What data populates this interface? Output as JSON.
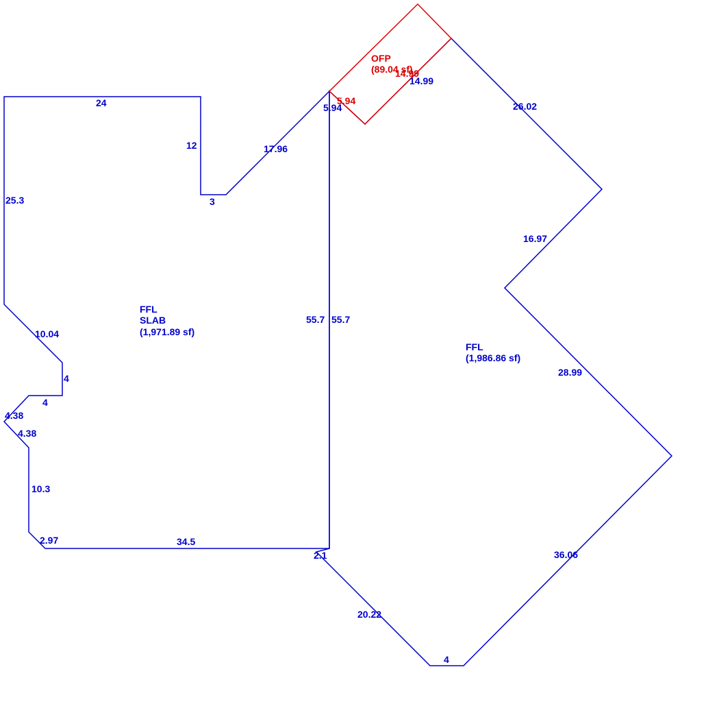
{
  "colors": {
    "living": "#0000cc",
    "porch": "#dd0000",
    "background": "#ffffff"
  },
  "areas": {
    "slab": {
      "line1": "FFL",
      "line2": "SLAB",
      "line3": "(1,971.89 sf)"
    },
    "ffl": {
      "line1": "FFL",
      "line2": "(1,986.86 sf)"
    },
    "ofp": {
      "line1": "OFP",
      "line2": "(89.04 sf)"
    }
  },
  "dimensions": {
    "slab_top": "24",
    "slab_notch_vertical": "12",
    "slab_notch_bottom": "3",
    "slab_diagonal_upper": "17.96",
    "slab_top_short": "5.94",
    "slab_right": "55.7",
    "slab_left": "25.3",
    "slab_diag_left": "10.04",
    "slab_step_vertical": "4",
    "slab_step_horizontal": "4",
    "slab_point_upper": "4.38",
    "slab_point_lower": "4.38",
    "slab_lower_left": "10.3",
    "slab_corner": "2.97",
    "slab_bottom": "34.5",
    "ffl_left": "55.7",
    "ffl_top_short": "14.99",
    "ffl_upper_right": "26.02",
    "ffl_inner_diag": "16.97",
    "ffl_right_diag": "28.99",
    "ffl_lower_right": "36.06",
    "ffl_bottom": "4",
    "ffl_lower_left": "20.22",
    "ffl_corner": "2.1",
    "ofp_side": "5.94",
    "ofp_top": "14.99"
  }
}
